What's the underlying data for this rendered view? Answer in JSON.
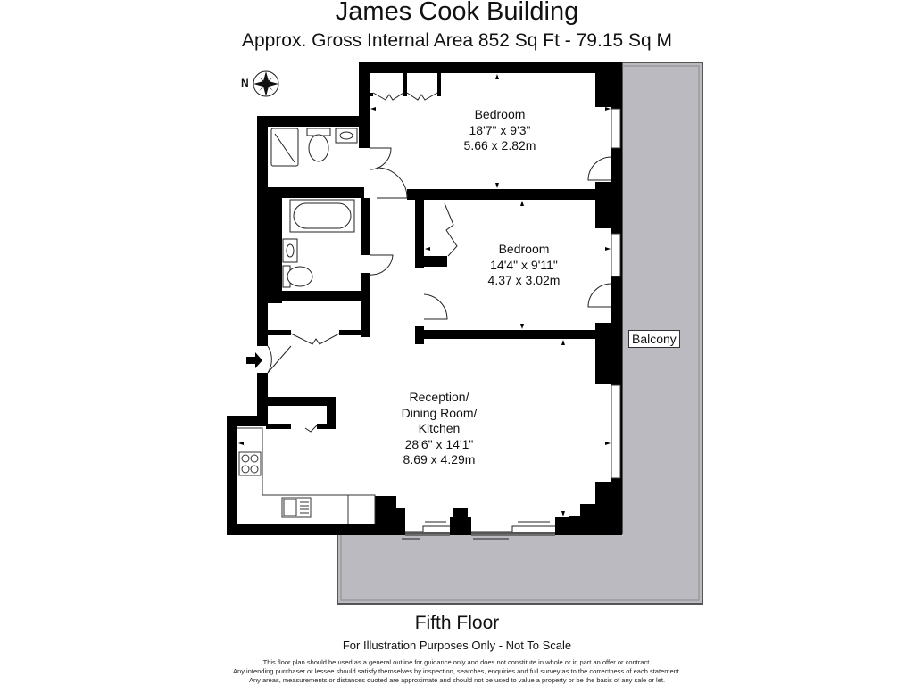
{
  "header": {
    "title": "James Cook Building",
    "subtitle": "Approx. Gross Internal Area   852 Sq Ft  -  79.15 Sq M"
  },
  "compass": {
    "label": "N",
    "icon": "compass-rose-icon"
  },
  "rooms": [
    {
      "name": "Bedroom",
      "imperial": "18'7\" x 9'3\"",
      "metric": "5.66 x 2.82m"
    },
    {
      "name": "Bedroom",
      "imperial": "14'4\" x 9'11\"",
      "metric": "4.37 x 3.02m"
    },
    {
      "name_line1": "Reception/",
      "name_line2": "Dining Room/",
      "name_line3": "Kitchen",
      "imperial": "28'6\" x 14'1\"",
      "metric": "8.69 x 4.29m"
    }
  ],
  "balcony": {
    "label": "Balcony"
  },
  "entrance": {
    "icon": "entrance-arrow-icon"
  },
  "colors": {
    "wall": "#000000",
    "balcony": "#bbbac0",
    "background": "#ffffff"
  },
  "footer": {
    "floor": "Fifth Floor",
    "note": "For Illustration Purposes Only - Not To Scale",
    "disclaimer": [
      "This floor plan should be used as a general outline for guidance only and does not constitute in whole or in part an offer or contract.",
      "Any intending purchaser or lessee should satisfy themselves by inspection, searches, enquiries and full survey as to the correctness of each statement.",
      "Any areas, measurements or distances quoted are approximate and should not be used to value a property or be the basis of any sale or let."
    ]
  }
}
